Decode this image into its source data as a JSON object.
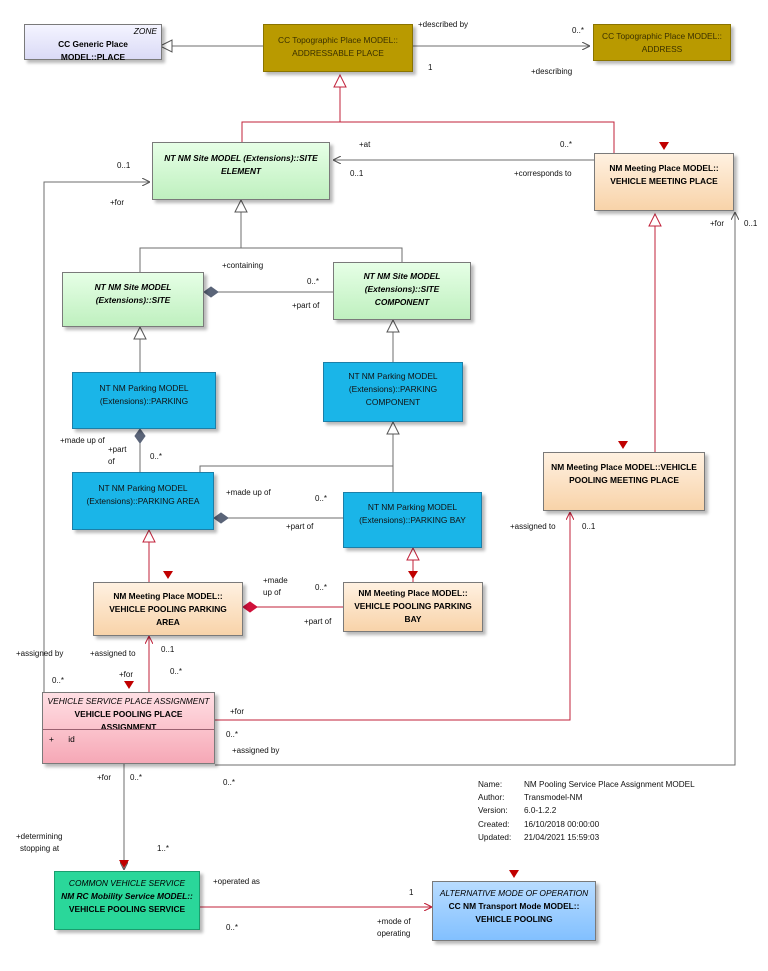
{
  "boxes": {
    "generic_place": {
      "stereotype": "ZONE",
      "name": "CC Generic Place MODEL::PLACE"
    },
    "addressable_place": {
      "name_line1": "CC Topographic Place MODEL::",
      "name_line2": "ADDRESSABLE PLACE"
    },
    "address": {
      "name_line1": "CC Topographic Place MODEL::",
      "name_line2": "ADDRESS"
    },
    "site_element": {
      "name_line1": "NT NM Site MODEL (Extensions)::SITE",
      "name_line2": "ELEMENT"
    },
    "vehicle_meeting_place": {
      "name_line1": "NM Meeting Place MODEL::",
      "name_line2": "VEHICLE MEETING PLACE"
    },
    "site": {
      "name_line1": "NT NM Site MODEL",
      "name_line2": "(Extensions)::SITE"
    },
    "site_component": {
      "name_line1": "NT NM Site MODEL",
      "name_line2": "(Extensions)::SITE COMPONENT"
    },
    "parking": {
      "name_line1": "NT NM Parking MODEL",
      "name_line2": "(Extensions)::PARKING"
    },
    "parking_component": {
      "name_line1": "NT NM Parking MODEL",
      "name_line2": "(Extensions)::PARKING",
      "name_line3": "COMPONENT"
    },
    "vehicle_pooling_meeting_place": {
      "name_line1": "NM Meeting Place MODEL::VEHICLE",
      "name_line2": "POOLING MEETING PLACE"
    },
    "parking_area": {
      "name_line1": "NT NM Parking MODEL",
      "name_line2": "(Extensions)::PARKING AREA"
    },
    "parking_bay": {
      "name_line1": "NT NM Parking MODEL",
      "name_line2": "(Extensions)::PARKING BAY"
    },
    "vehicle_pooling_parking_area": {
      "name_line1": "NM Meeting Place MODEL::",
      "name_line2": "VEHICLE POOLING PARKING AREA"
    },
    "vehicle_pooling_parking_bay": {
      "name_line1": "NM Meeting Place MODEL::",
      "name_line2": "VEHICLE POOLING PARKING",
      "name_line3": "BAY"
    },
    "vehicle_pooling_place_assignment": {
      "stereotype": "VEHICLE SERVICE PLACE ASSIGNMENT",
      "name": "VEHICLE POOLING PLACE ASSIGNMENT",
      "attribute_marker": "+",
      "attribute": "id"
    },
    "vehicle_pooling_service": {
      "stereotype": "COMMON VEHICLE SERVICE",
      "name_line1": "NM RC Mobility Service MODEL::",
      "name_line2": "VEHICLE POOLING SERVICE"
    },
    "vehicle_pooling_mode": {
      "stereotype": "ALTERNATIVE MODE OF OPERATION",
      "name_line1": "CC NM Transport Mode MODEL::",
      "name_line2": "VEHICLE POOLING"
    }
  },
  "labels": {
    "described_by": "+described by",
    "mult_0star_address": "0..*",
    "mult_1_addressable": "1",
    "describing": "+describing",
    "at": "+at",
    "mult_0star_at": "0..*",
    "mult_01_site_element": "0..1",
    "corresponds_to": "+corresponds to",
    "mult_01_left": "0..1",
    "for_left": "+for",
    "for_right": "+for",
    "mult_01_right": "0..1",
    "containing": "+containing",
    "mult_0star_component": "0..*",
    "part_of_component": "+part of",
    "made_up_of_parking": "+made up of",
    "part_of_parking": "+part",
    "part_of_parking2": "of",
    "mult_0star_parking": "0..*",
    "made_up_of_area": "+made up of",
    "mult_0star_bay": "0..*",
    "part_of_bay": "+part of",
    "assigned_to_right": "+assigned to",
    "mult_01_pooling_meeting": "0..1",
    "made_up_of_vp1": "+made",
    "made_up_of_vp2": "up of",
    "mult_0star_vp_bay": "0..*",
    "part_of_vp_bay": "+part of",
    "assigned_by_left": "+assigned by",
    "assigned_to_area": "+assigned to",
    "mult_01_vp_area": "0..1",
    "for_assign": "+for",
    "mult_0star_assign_top": "0..*",
    "mult_0star_assign_left": "0..*",
    "for_assign_right": "+for",
    "mult_0star_assign_right": "0..*",
    "assigned_by_right": "+assigned by",
    "for_bottom": "+for",
    "mult_0star_for_bottom": "0..*",
    "mult_0star_far": "0..*",
    "determining1": "+determining",
    "determining2": "stopping at",
    "mult_1star": "1..*",
    "operated_as": "+operated as",
    "mult_1_mode": "1",
    "mode_of1": "+mode of",
    "mode_of2": "operating",
    "mult_0star_service": "0..*"
  },
  "metadata": {
    "name_key": "Name:",
    "name_val": "NM Pooling Service Place Assignment MODEL",
    "author_key": "Author:",
    "author_val": "Transmodel-NM",
    "version_key": "Version:",
    "version_val": "6.0-1.2.2",
    "created_key": "Created:",
    "created_val": "16/10/2018 00:00:00",
    "updated_key": "Updated:",
    "updated_val": "21/04/2021 15:59:03"
  },
  "colors": {
    "line": "#6e6e6e",
    "red_line": "#c0213a",
    "diamond": "#5a6478",
    "red_diamond": "#d0103a"
  }
}
